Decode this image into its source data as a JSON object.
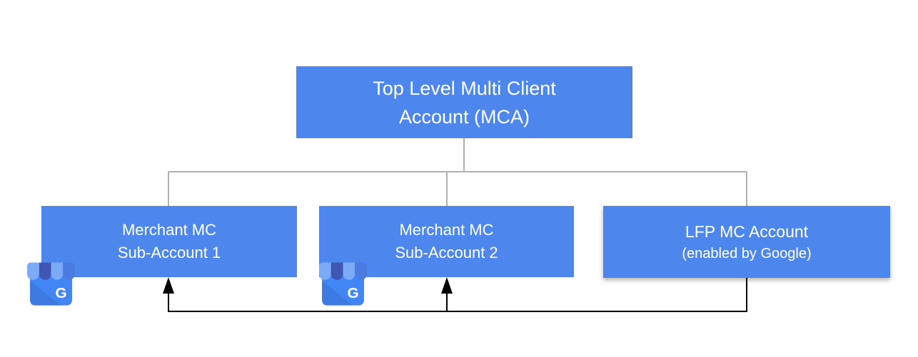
{
  "diagram": {
    "nodes": {
      "root": {
        "line1": "Top Level Multi Client",
        "line2": "Account (MCA)"
      },
      "sub1": {
        "line1": "Merchant MC",
        "line2": "Sub-Account 1"
      },
      "sub2": {
        "line1": "Merchant MC",
        "line2": "Sub-Account 2"
      },
      "lfp": {
        "line1": "LFP MC Account",
        "line2": "(enabled by Google)"
      }
    },
    "edges": {
      "hierarchy": [
        "Top Level MCA -> Merchant MC Sub-Account 1",
        "Top Level MCA -> Merchant MC Sub-Account 2",
        "Top Level MCA -> LFP MC Account"
      ],
      "feedback_arrows": [
        "LFP MC Account -> Merchant MC Sub-Account 1",
        "LFP MC Account -> Merchant MC Sub-Account 2"
      ]
    },
    "colors": {
      "box_fill": "#4d87ee",
      "box_text": "#ffffff",
      "hierarchy_line": "#b0b0b0",
      "feedback_line": "#000000"
    },
    "icons": {
      "business_icon_name": "google-my-business-storefront-icon",
      "business_icon_letter": "G",
      "icon_body": "#4285f4",
      "icon_awning_light": "#7baaf7",
      "icon_awning_dark": "#4056b2",
      "icon_awning_medium": "#4c7be0"
    }
  }
}
